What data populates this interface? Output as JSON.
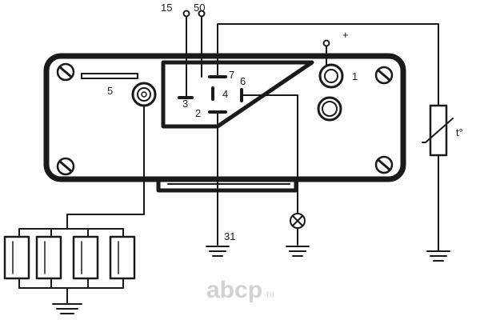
{
  "labels": {
    "terminal_15": "15",
    "terminal_50": "50",
    "plus": "+",
    "pin_1": "1",
    "pin_2": "2",
    "pin_3": "3",
    "pin_4": "4",
    "pin_5": "5",
    "pin_6": "6",
    "pin_7": "7",
    "ground_31": "31",
    "temperature": "t°"
  },
  "watermark": {
    "brand": "abcp",
    "suffix": ".ru"
  },
  "colors": {
    "line": "#1a1a1a",
    "watermark": "#cfd3d8"
  }
}
